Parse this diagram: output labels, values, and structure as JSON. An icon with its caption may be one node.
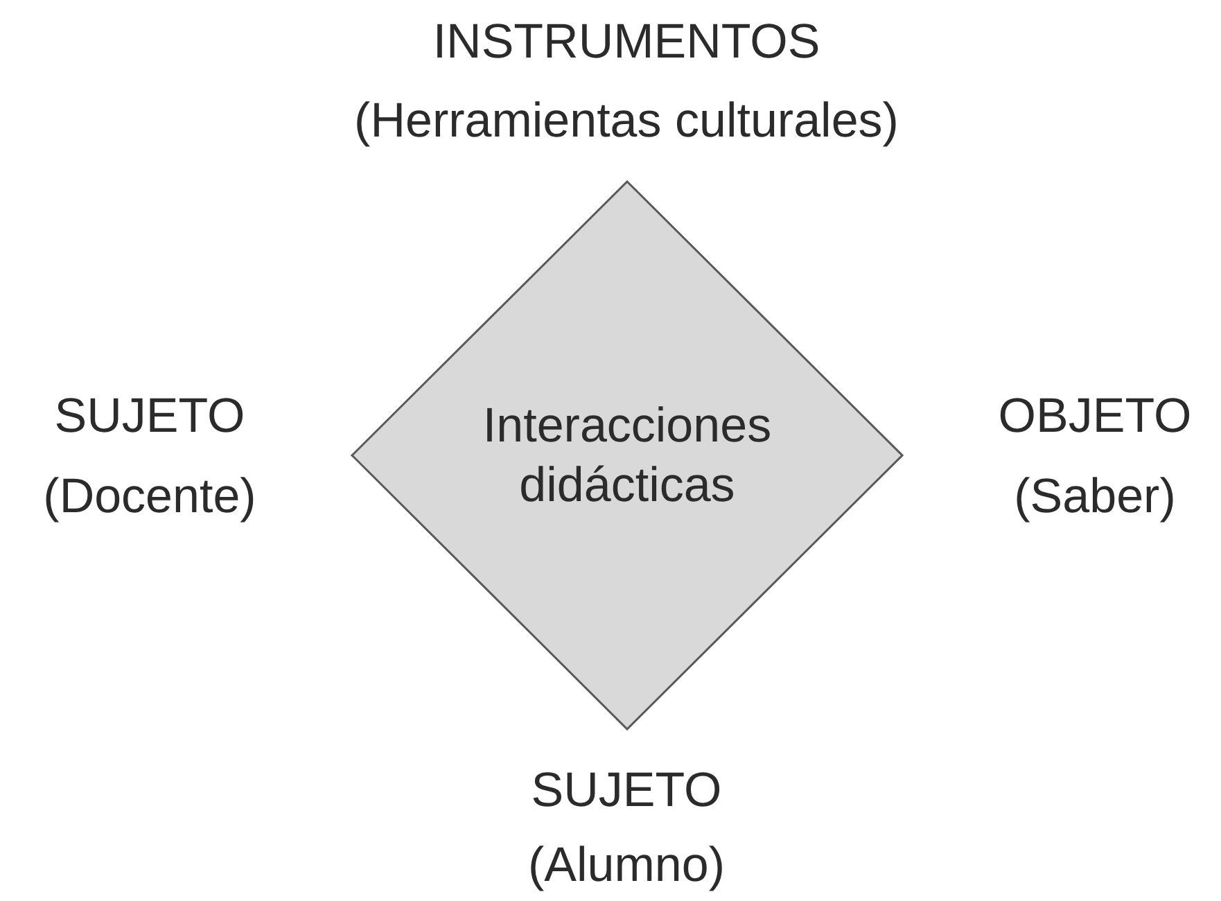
{
  "diagram": {
    "nodes": [
      {
        "text": [
          "Interacciones didácticas"
        ]
      }
    ],
    "labels": [
      "INSTRUMENTOS",
      "(Herramientas culturales)",
      "SUJETO",
      "(Docente)",
      "OBJETO",
      "(Saber)",
      "SUJETO",
      "(Alumno)"
    ]
  }
}
